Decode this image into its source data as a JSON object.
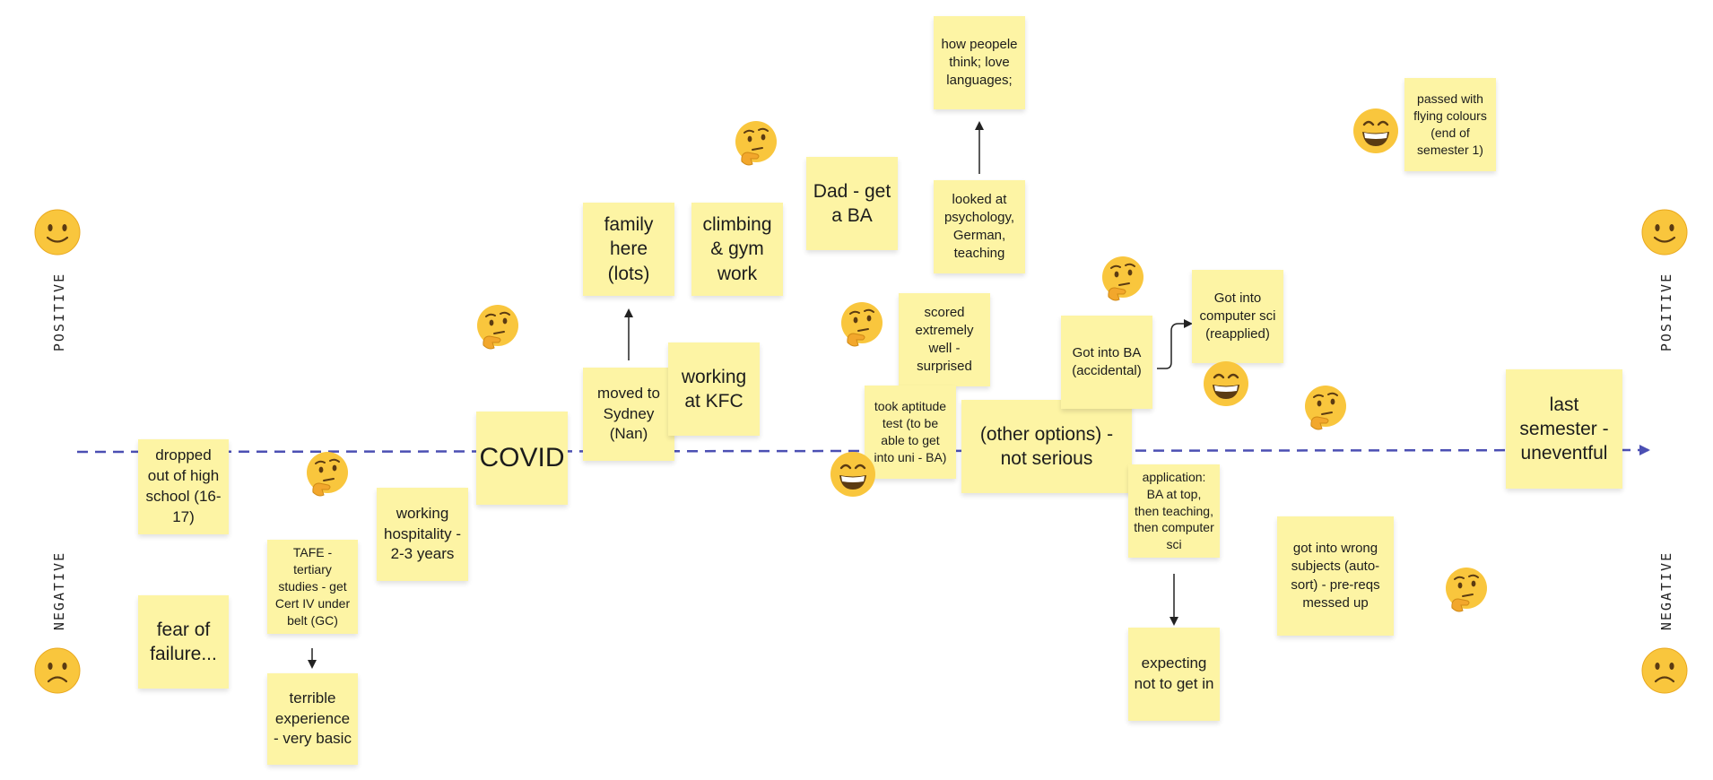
{
  "labels": {
    "positive": "POSITIVE",
    "negative": "NEGATIVE"
  },
  "notes": {
    "dropped": "dropped out of high school (16-17)",
    "fear": "fear of failure...",
    "tafe": "TAFE - tertiary studies - get Cert IV under belt (GC)",
    "terrible": "terrible experience - very basic",
    "hospitality": "working hospitality - 2-3 years",
    "covid": "COVID",
    "moved": "moved to Sydney (Nan)",
    "family": "family here (lots)",
    "climbing": "climbing & gym work",
    "kfc": "working at KFC",
    "dad": "Dad - get a BA",
    "how_people": "how peopele think; love languages;",
    "looked_at": "looked at psychology, German, teaching",
    "scored": "scored extremely well - surprised",
    "aptitude": "took aptitude test (to be able to get into uni - BA)",
    "other_options": "(other options) - not serious",
    "got_ba": "Got into BA (accidental)",
    "got_cs": "Got into computer sci (reapplied)",
    "application": "application: BA at top, then teaching, then computer sci",
    "expecting": "expecting not to get in",
    "wrong_subjects": "got into wrong subjects (auto-sort) - pre-reqs messed up",
    "passed": "passed with flying colours (end of semester 1)",
    "last_semester": "last semester - uneventful"
  },
  "colors": {
    "sticky": "#fdf4a4",
    "axis": "#4b4fb3",
    "emoji_face": "#f9c63d"
  },
  "icons": [
    "smile-icon",
    "frown-icon",
    "thinking-icon",
    "grin-icon",
    "arrow-icon"
  ]
}
